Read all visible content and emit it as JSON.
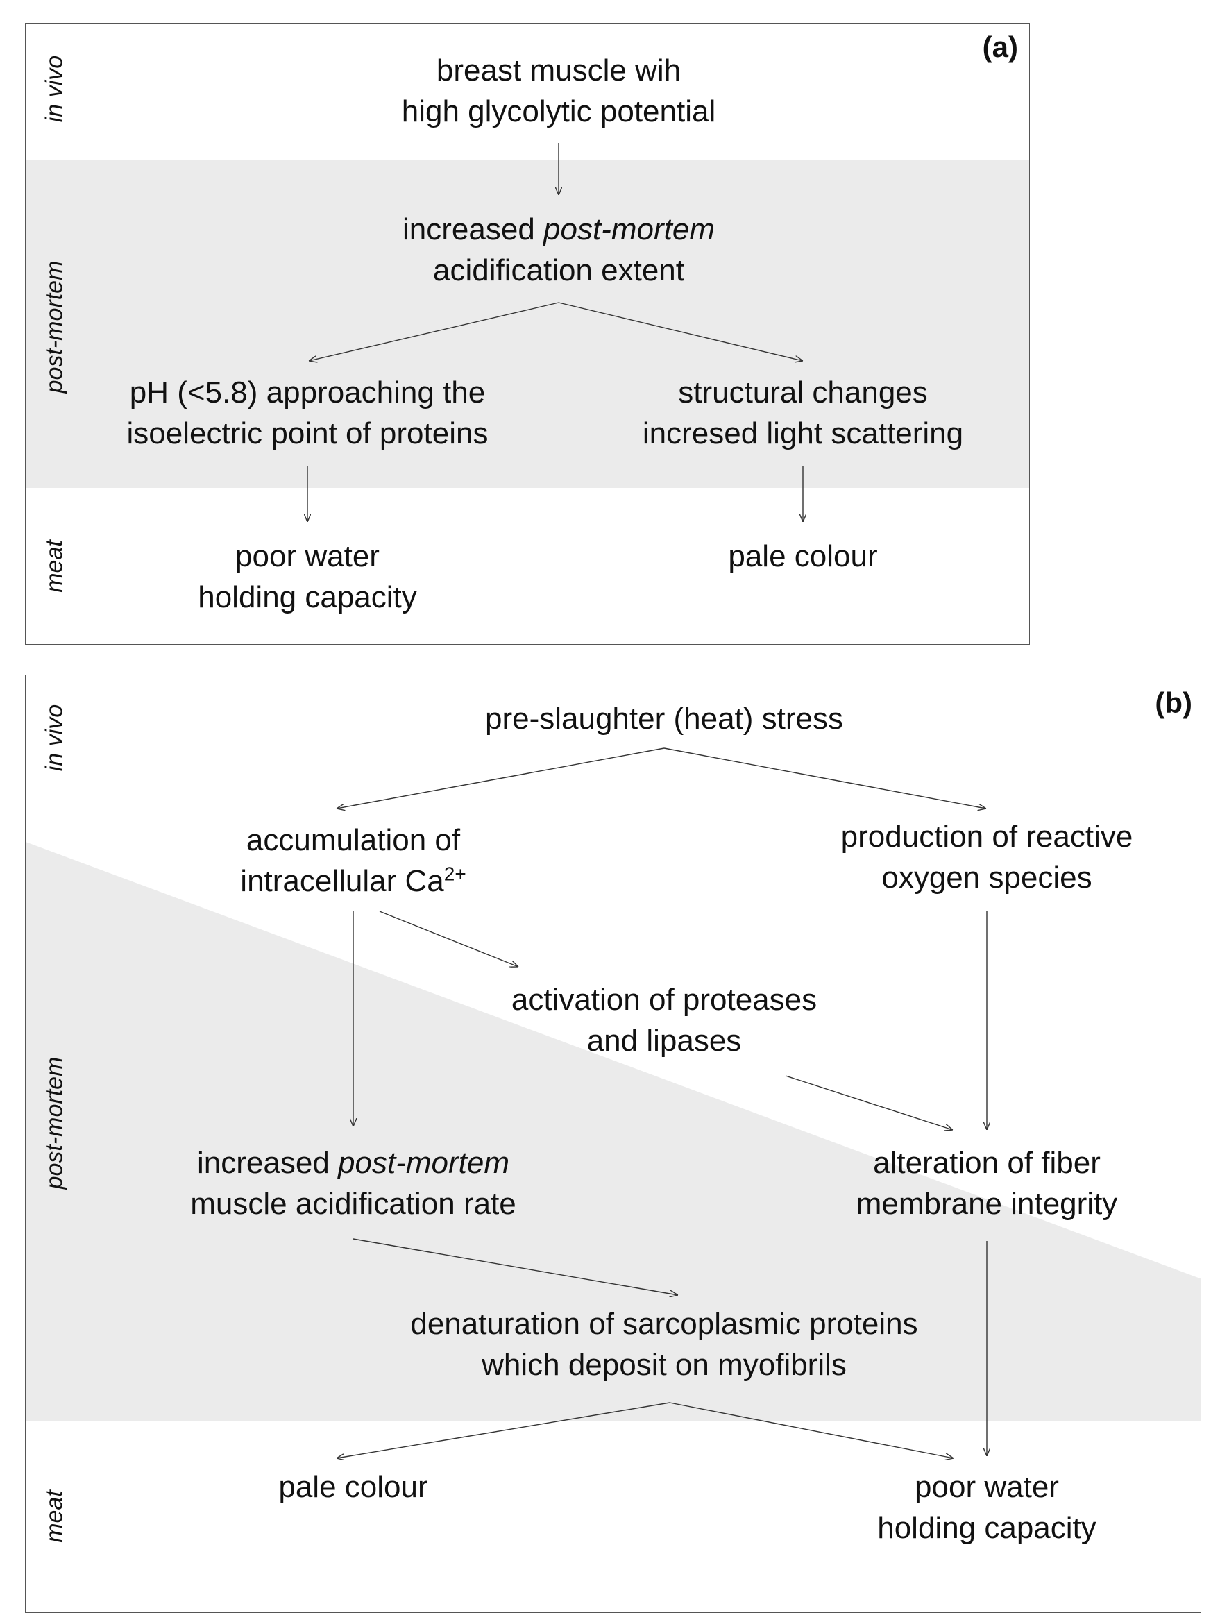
{
  "panel_a": {
    "label": "(a)",
    "stages": {
      "in_vivo": "in vivo",
      "post_mortem": "post-mortem",
      "meat": "meat"
    },
    "nodes": {
      "breast_muscle": {
        "line1": "breast muscle wih",
        "line2": "high glycolytic potential"
      },
      "acidification_extent": {
        "line1_pre": "increased ",
        "line1_em": "post-mortem",
        "line2": "acidification extent"
      },
      "ph_isoelectric": {
        "line1": "pH (<5.8) approaching the",
        "line2": "isoelectric point of proteins"
      },
      "structural_changes": {
        "line1": "structural changes",
        "line2": "incresed light scattering"
      },
      "poor_whc": {
        "line1": "poor water",
        "line2": "holding capacity"
      },
      "pale_colour": {
        "line1": "pale colour"
      }
    }
  },
  "panel_b": {
    "label": "(b)",
    "stages": {
      "in_vivo": "in vivo",
      "post_mortem": "post-mortem",
      "meat": "meat"
    },
    "nodes": {
      "heat_stress": {
        "line1": "pre-slaughter (heat) stress"
      },
      "calcium": {
        "line1": "accumulation of",
        "line2_text": "intracellular Ca",
        "line2_sup": "2+"
      },
      "ros": {
        "line1": "production of reactive",
        "line2": "oxygen species"
      },
      "proteases": {
        "line1": "activation of proteases",
        "line2": "and lipases"
      },
      "acidification_rate": {
        "line1_pre": "increased ",
        "line1_em": "post-mortem",
        "line2": "muscle acidification rate"
      },
      "membrane": {
        "line1": "alteration of fiber",
        "line2": "membrane integrity"
      },
      "denaturation": {
        "line1": "denaturation of sarcoplasmic proteins",
        "line2": "which deposit on myofibrils"
      },
      "pale_colour": {
        "line1": "pale colour"
      },
      "poor_whc": {
        "line1": "poor water",
        "line2": "holding capacity"
      }
    }
  },
  "colors": {
    "band": "#ebebeb",
    "arrow": "#333333",
    "border": "#555555"
  }
}
